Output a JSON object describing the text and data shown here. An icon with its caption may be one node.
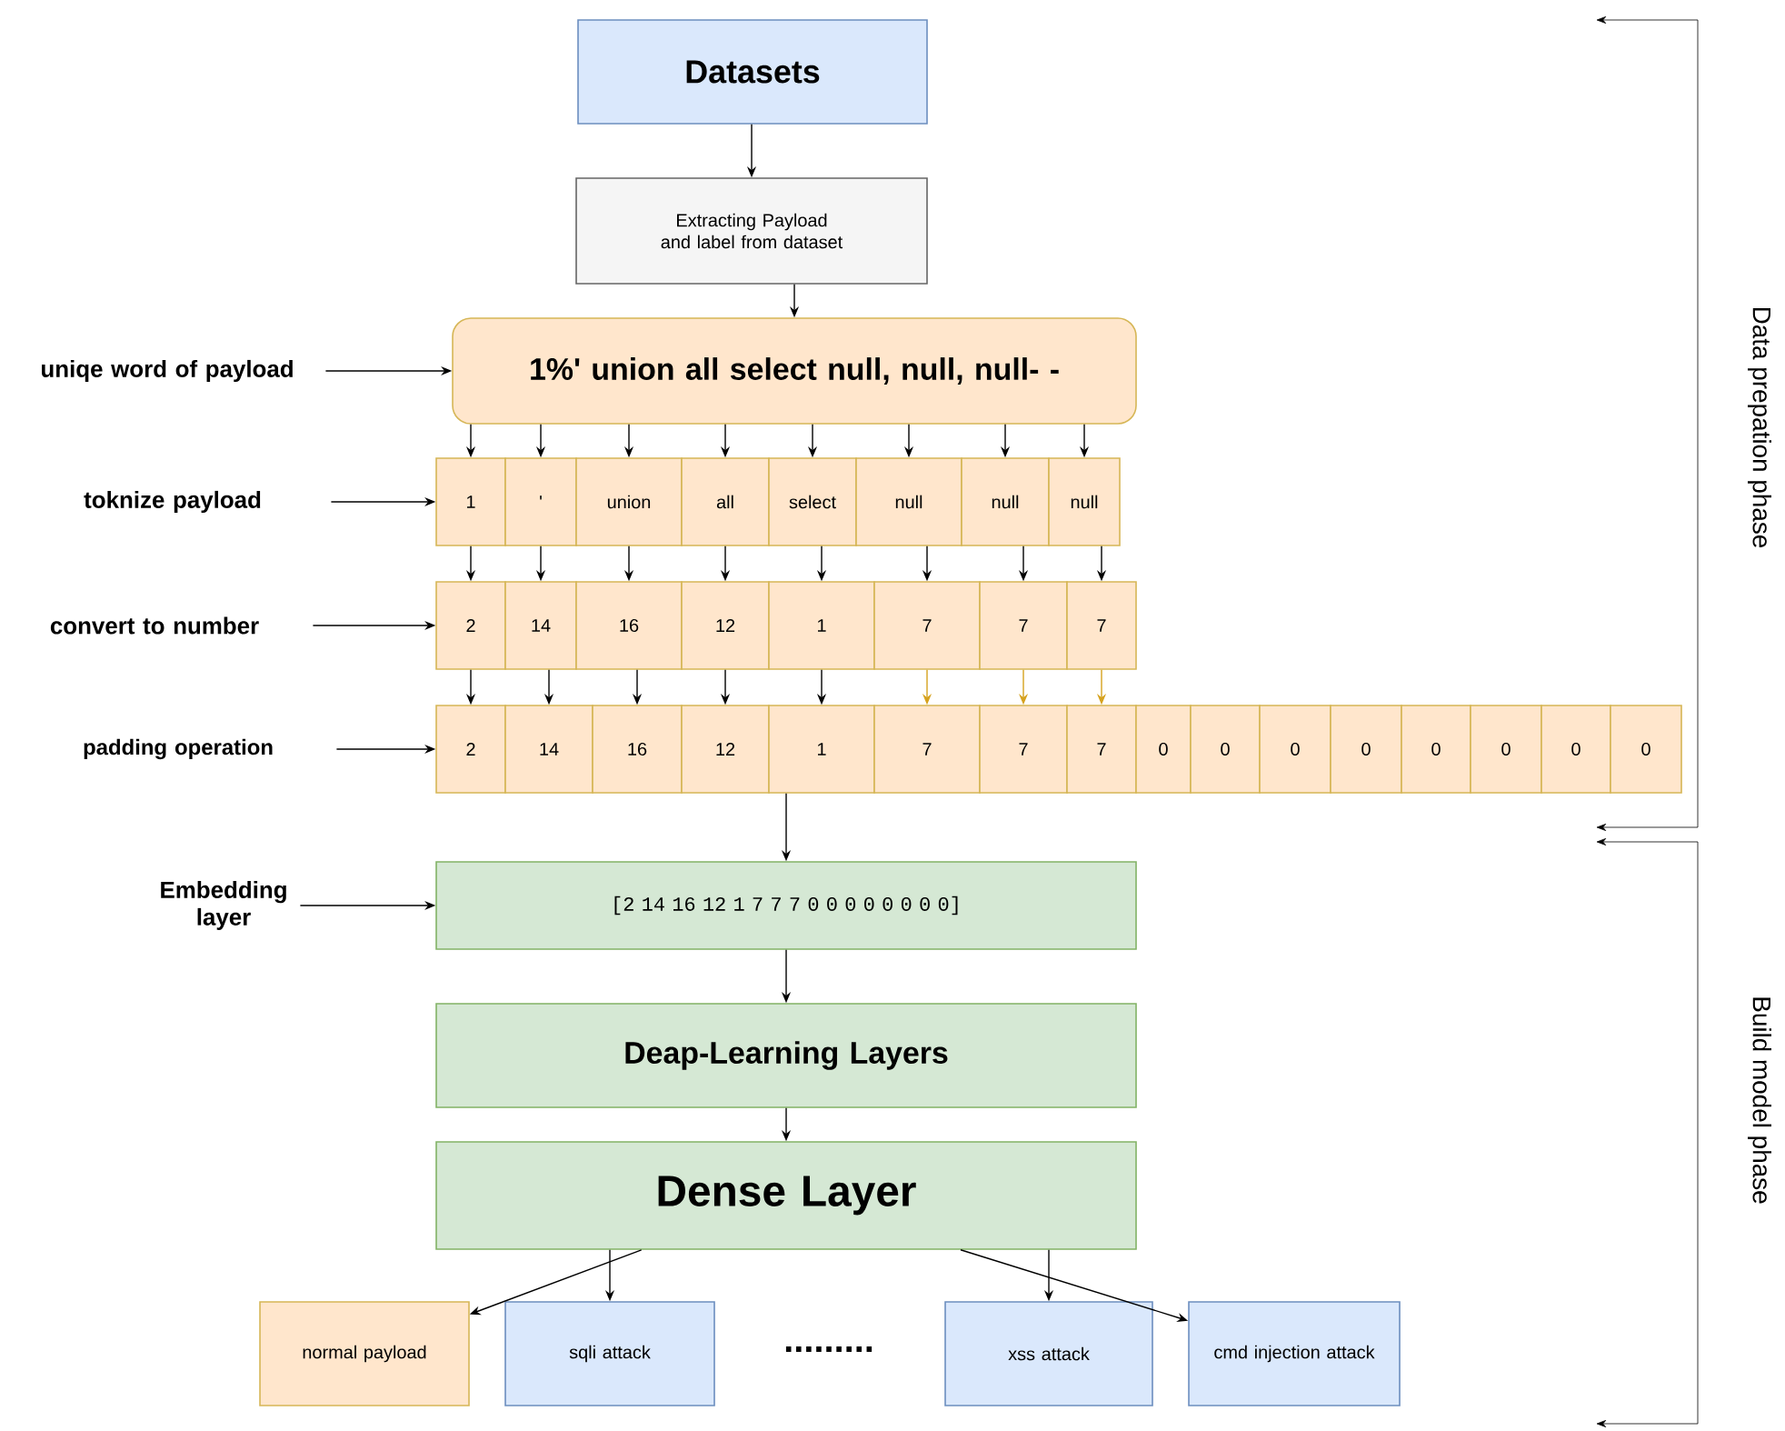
{
  "diagram": {
    "nodes": [
      {
        "text": [
          "Datasets"
        ]
      },
      {
        "text": [
          "Extracting Payload and label from dataset"
        ]
      },
      {
        "text": [
          "uniqe word of payload"
        ]
      },
      {
        "text": [
          "1%' union all select null, null, null- -"
        ]
      },
      {
        "text": [
          "toknize payload"
        ]
      },
      {
        "text": [
          "1"
        ]
      },
      {
        "text": [
          "'"
        ]
      },
      {
        "text": [
          "union"
        ]
      },
      {
        "text": [
          "all"
        ]
      },
      {
        "text": [
          "select"
        ]
      },
      {
        "text": [
          "null"
        ]
      },
      {
        "text": [
          "null"
        ]
      },
      {
        "text": [
          "null"
        ]
      },
      {
        "text": [
          "convert to number"
        ]
      },
      {
        "text": [
          "2"
        ]
      },
      {
        "text": [
          "14"
        ]
      },
      {
        "text": [
          "16"
        ]
      },
      {
        "text": [
          "12"
        ]
      },
      {
        "text": [
          "1"
        ]
      },
      {
        "text": [
          "7"
        ]
      },
      {
        "text": [
          "7"
        ]
      },
      {
        "text": [
          "7"
        ]
      },
      {
        "text": [
          "padding operation"
        ]
      },
      {
        "text": [
          "2"
        ]
      },
      {
        "text": [
          "14"
        ]
      },
      {
        "text": [
          "16"
        ]
      },
      {
        "text": [
          "12"
        ]
      },
      {
        "text": [
          "1"
        ]
      },
      {
        "text": [
          "7"
        ]
      },
      {
        "text": [
          "7"
        ]
      },
      {
        "text": [
          "7"
        ]
      },
      {
        "text": [
          "0"
        ]
      },
      {
        "text": [
          "0"
        ]
      },
      {
        "text": [
          "0"
        ]
      },
      {
        "text": [
          "0"
        ]
      },
      {
        "text": [
          "0"
        ]
      },
      {
        "text": [
          "0"
        ]
      },
      {
        "text": [
          "0"
        ]
      },
      {
        "text": [
          "0"
        ]
      },
      {
        "text": [
          "Embedding layer"
        ]
      },
      {
        "text": [
          "[2 14 16 12 1 7 7 7 0 0 0 0 0 0 0 0]"
        ]
      },
      {
        "text": [
          "Deap-Learning Layers"
        ]
      },
      {
        "text": [
          "Dense Layer"
        ]
      },
      {
        "text": [
          "normal payload"
        ]
      },
      {
        "text": [
          "sqli attack"
        ]
      },
      {
        "text": [
          "xss attack"
        ]
      },
      {
        "text": [
          "cmd injection attack"
        ]
      }
    ],
    "edges": [
      {
        "from": 0,
        "to": 1,
        "arrow": "to"
      },
      {
        "from": 1,
        "to": 3,
        "arrow": "to"
      },
      {
        "from": 2,
        "to": 3,
        "arrow": "to"
      },
      {
        "from": 3,
        "to": 5,
        "arrow": "to"
      },
      {
        "from": 3,
        "to": 6,
        "arrow": "to"
      },
      {
        "from": 3,
        "to": 7,
        "arrow": "to"
      },
      {
        "from": 3,
        "to": 8,
        "arrow": "to"
      },
      {
        "from": 3,
        "to": 9,
        "arrow": "to"
      },
      {
        "from": 3,
        "to": 10,
        "arrow": "to"
      },
      {
        "from": 3,
        "to": 11,
        "arrow": "to"
      },
      {
        "from": 3,
        "to": 12,
        "arrow": "to"
      },
      {
        "from": 4,
        "to": 5,
        "arrow": "to"
      },
      {
        "from": 5,
        "to": 14,
        "arrow": "to"
      },
      {
        "from": 6,
        "to": 15,
        "arrow": "to"
      },
      {
        "from": 7,
        "to": 16,
        "arrow": "to"
      },
      {
        "from": 8,
        "to": 17,
        "arrow": "to"
      },
      {
        "from": 9,
        "to": 18,
        "arrow": "to"
      },
      {
        "from": 10,
        "to": 19,
        "arrow": "to"
      },
      {
        "from": 11,
        "to": 20,
        "arrow": "to"
      },
      {
        "from": 12,
        "to": 21,
        "arrow": "to"
      },
      {
        "from": 13,
        "to": 14,
        "arrow": "to"
      },
      {
        "from": 14,
        "to": 23,
        "arrow": "to"
      },
      {
        "from": 15,
        "to": 24,
        "arrow": "to"
      },
      {
        "from": 16,
        "to": 25,
        "arrow": "to"
      },
      {
        "from": 17,
        "to": 26,
        "arrow": "to"
      },
      {
        "from": 18,
        "to": 27,
        "arrow": "to"
      },
      {
        "from": 19,
        "to": 28,
        "arrow": "to",
        "color": "#d6a21e"
      },
      {
        "from": 20,
        "to": 29,
        "arrow": "to",
        "color": "#d6a21e"
      },
      {
        "from": 21,
        "to": 30,
        "arrow": "to",
        "color": "#d6a21e"
      },
      {
        "from": 22,
        "to": 23,
        "arrow": "to"
      },
      {
        "from": 27,
        "to": 40,
        "arrow": "to"
      },
      {
        "from": 39,
        "to": 40,
        "arrow": "to"
      },
      {
        "from": 40,
        "to": 41,
        "arrow": "to"
      },
      {
        "from": 41,
        "to": 42,
        "arrow": "to"
      },
      {
        "from": 42,
        "to": 43,
        "arrow": "to"
      },
      {
        "from": 42,
        "to": 44,
        "arrow": "to"
      },
      {
        "from": 42,
        "to": 45,
        "arrow": "to"
      },
      {
        "from": 42,
        "to": 46,
        "arrow": "to"
      }
    ],
    "labels": [
      "Data prepation phase",
      "Build model phase",
      "........."
    ]
  }
}
